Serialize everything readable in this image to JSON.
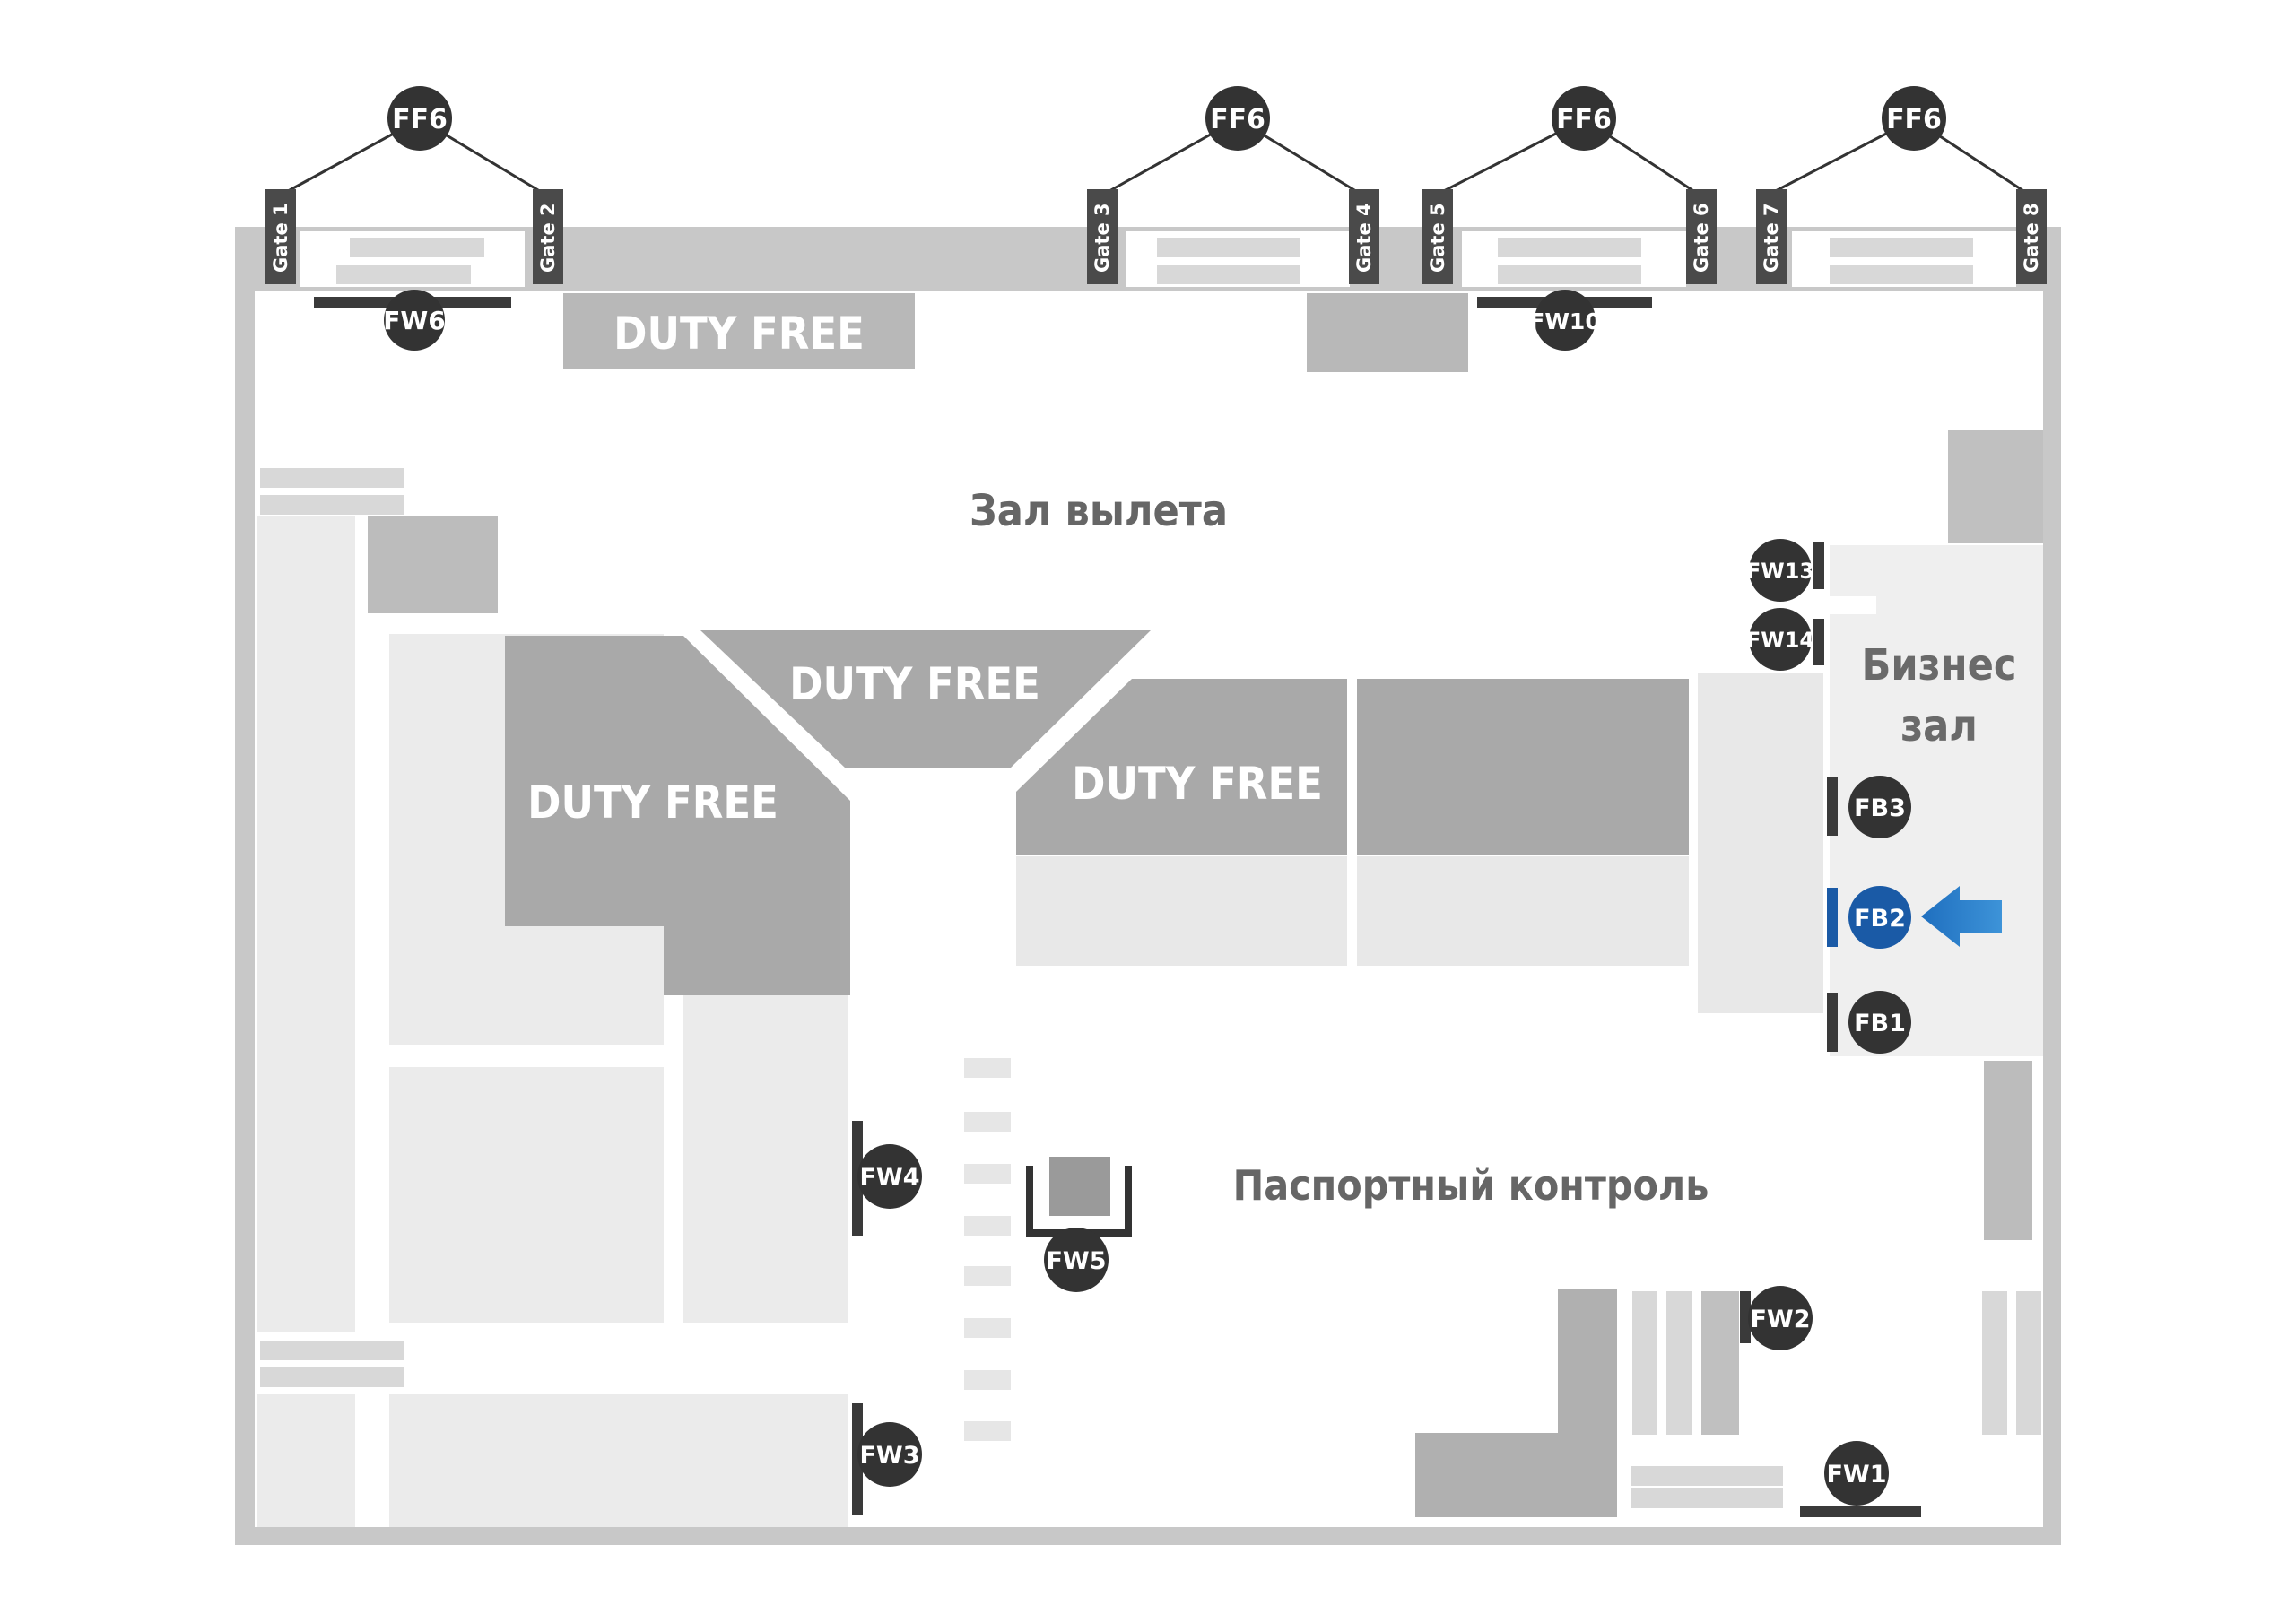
{
  "map": {
    "labels": {
      "departure_hall": "Зал вылета",
      "passport_control": "Паспортный контроль",
      "business_lounge_line1": "Бизнес",
      "business_lounge_line2": "зал",
      "duty_free": "DUTY FREE"
    },
    "gates": [
      "Gate 1",
      "Gate 2",
      "Gate 3",
      "Gate 4",
      "Gate 5",
      "Gate 6",
      "Gate 7",
      "Gate 8"
    ],
    "markers": {
      "ff6": "FF6",
      "fw1": "FW1",
      "fw2": "FW2",
      "fw3": "FW3",
      "fw4": "FW4",
      "fw5": "FW5",
      "fw6": "FW6",
      "fw10": "FW10",
      "fw13": "FW13",
      "fw14": "FW14",
      "fb1": "FB1",
      "fb2": "FB2",
      "fb3": "FB3"
    },
    "highlighted_marker": "FB2",
    "colors": {
      "highlight": "#1a5aa6",
      "arrow": "#2f86d0",
      "marker": "#333333"
    }
  }
}
